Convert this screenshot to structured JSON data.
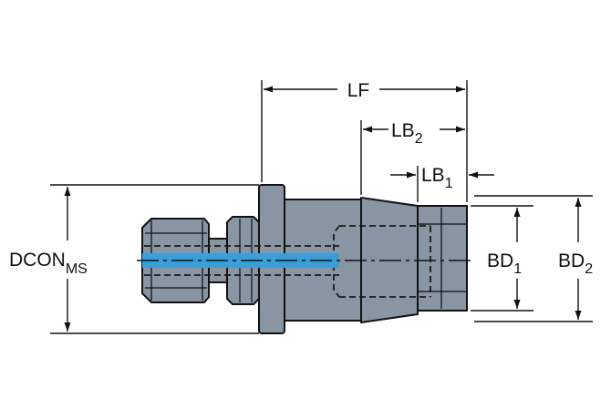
{
  "dimensions": {
    "lf": {
      "text": "LF"
    },
    "lb2": {
      "text": "LB",
      "sub": "2"
    },
    "lb1": {
      "text": "LB",
      "sub": "1"
    },
    "bd1": {
      "text": "BD",
      "sub": "1"
    },
    "bd2": {
      "text": "BD",
      "sub": "2"
    },
    "dcon": {
      "text": "DCON",
      "sub": "MS"
    }
  },
  "colors": {
    "body": "#8a95a3",
    "outline": "#111111",
    "hidden_line": "#1a1a1a",
    "coolant": "#3a9fd8",
    "dimension_line": "#111111"
  }
}
